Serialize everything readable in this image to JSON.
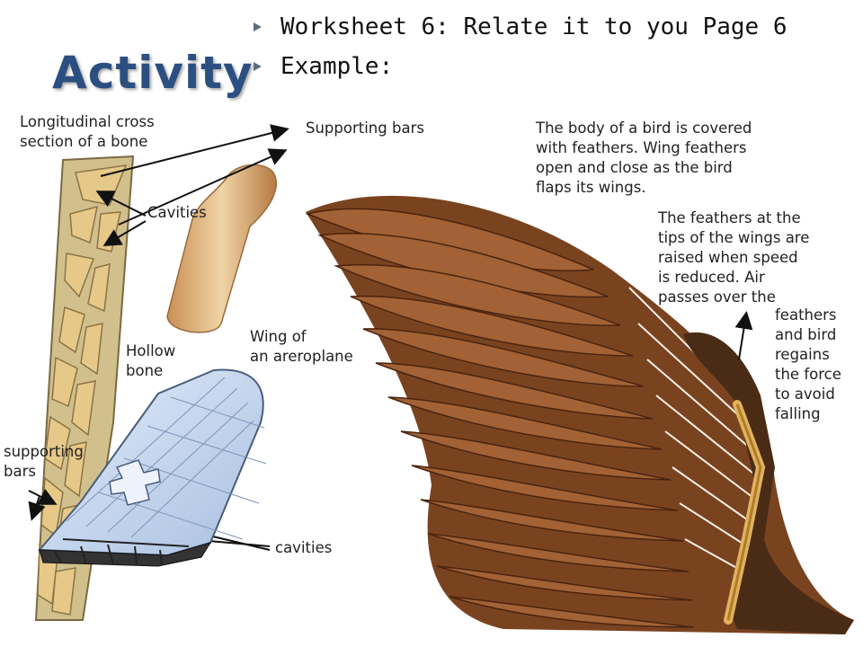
{
  "slide": {
    "title": "Activity",
    "bullets": [
      "Worksheet 6: Relate it to you Page 6",
      "Example:"
    ]
  },
  "diagram": {
    "bone_section_label": [
      "Longitudinal cross",
      "section of a bone"
    ],
    "supporting_bars_label": "Supporting bars",
    "cavities_label": "Cavities",
    "hollow_bone_label": [
      "Hollow",
      "bone"
    ],
    "aeroplane_wing_label": [
      "Wing of",
      "an areroplane"
    ],
    "wing_supporting_bars_label": [
      "supporting",
      "bars"
    ],
    "wing_cavities_label": "cavities",
    "bird_body_note": [
      "The body of a bird is covered",
      "with feathers. Wing feathers",
      "open and close as the bird",
      "flaps its wings."
    ],
    "feather_tips_note": [
      "The feathers at the",
      "tips of the wings are",
      "raised when speed",
      "is reduced. Air",
      "passes over the"
    ],
    "feather_tips_note_cont": [
      "feathers",
      "and bird",
      "regains",
      "the force",
      "to avoid",
      "falling"
    ]
  },
  "colors": {
    "title": "#2b4f80",
    "feather_dark": "#6b3a1c",
    "feather_light": "#a5683a",
    "bone": "#e8c995",
    "wing_panel": "#c9d9ef"
  }
}
